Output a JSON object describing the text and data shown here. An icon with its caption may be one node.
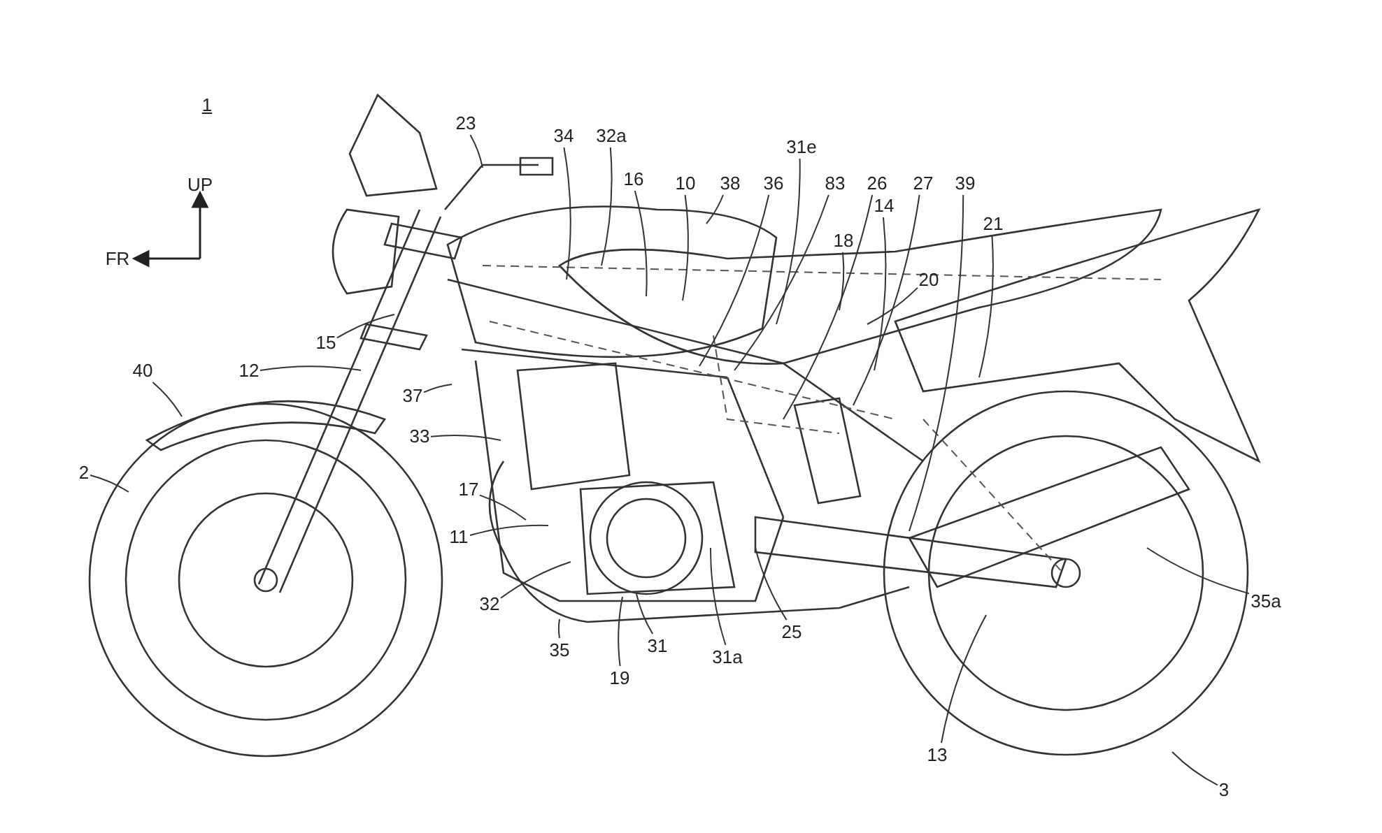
{
  "diagram": {
    "nodes": [
      {
        "text": [
          "23"
        ]
      },
      {
        "text": [
          "34"
        ]
      },
      {
        "text": [
          "32a"
        ]
      },
      {
        "text": [
          "31e"
        ]
      },
      {
        "text": [
          "16"
        ]
      },
      {
        "text": [
          "10"
        ]
      },
      {
        "text": [
          "38"
        ]
      },
      {
        "text": [
          "36"
        ]
      },
      {
        "text": [
          "83"
        ]
      },
      {
        "text": [
          "26"
        ]
      },
      {
        "text": [
          "27"
        ]
      },
      {
        "text": [
          "39"
        ]
      },
      {
        "text": [
          "14"
        ]
      },
      {
        "text": [
          "21"
        ]
      },
      {
        "text": [
          "18"
        ]
      },
      {
        "text": [
          "20"
        ]
      },
      {
        "text": [
          "15"
        ]
      },
      {
        "text": [
          "12"
        ]
      },
      {
        "text": [
          "40"
        ]
      },
      {
        "text": [
          "37"
        ]
      },
      {
        "text": [
          "33"
        ]
      },
      {
        "text": [
          "2"
        ]
      },
      {
        "text": [
          "17"
        ]
      },
      {
        "text": [
          "11"
        ]
      },
      {
        "text": [
          "32"
        ]
      },
      {
        "text": [
          "35a"
        ]
      },
      {
        "text": [
          "25"
        ]
      },
      {
        "text": [
          "31"
        ]
      },
      {
        "text": [
          "35"
        ]
      },
      {
        "text": [
          "31a"
        ]
      },
      {
        "text": [
          "19"
        ]
      },
      {
        "text": [
          "13"
        ]
      },
      {
        "text": [
          "3"
        ]
      }
    ],
    "edges": [
      {
        "from": 0,
        "to": null,
        "arrow": "none"
      },
      {
        "from": 1,
        "to": null,
        "arrow": "none"
      },
      {
        "from": 2,
        "to": null,
        "arrow": "none"
      },
      {
        "from": 3,
        "to": null,
        "arrow": "none"
      },
      {
        "from": 4,
        "to": null,
        "arrow": "none"
      },
      {
        "from": 5,
        "to": null,
        "arrow": "none"
      },
      {
        "from": 6,
        "to": null,
        "arrow": "none"
      },
      {
        "from": 7,
        "to": null,
        "arrow": "none"
      },
      {
        "from": 8,
        "to": null,
        "arrow": "none"
      },
      {
        "from": 9,
        "to": null,
        "arrow": "none"
      },
      {
        "from": 10,
        "to": null,
        "arrow": "none"
      },
      {
        "from": 11,
        "to": null,
        "arrow": "none"
      },
      {
        "from": 12,
        "to": null,
        "arrow": "none"
      },
      {
        "from": 13,
        "to": null,
        "arrow": "none"
      },
      {
        "from": 14,
        "to": null,
        "arrow": "none"
      },
      {
        "from": 15,
        "to": null,
        "arrow": "none"
      },
      {
        "from": 16,
        "to": null,
        "arrow": "none"
      },
      {
        "from": 17,
        "to": null,
        "arrow": "none"
      },
      {
        "from": 18,
        "to": null,
        "arrow": "none"
      },
      {
        "from": 19,
        "to": null,
        "arrow": "none"
      },
      {
        "from": 20,
        "to": null,
        "arrow": "none"
      },
      {
        "from": 21,
        "to": null,
        "arrow": "none"
      },
      {
        "from": 22,
        "to": null,
        "arrow": "none"
      },
      {
        "from": 23,
        "to": null,
        "arrow": "none"
      },
      {
        "from": 24,
        "to": null,
        "arrow": "none"
      },
      {
        "from": 25,
        "to": null,
        "arrow": "none"
      },
      {
        "from": 26,
        "to": null,
        "arrow": "none"
      },
      {
        "from": 27,
        "to": null,
        "arrow": "none"
      },
      {
        "from": 28,
        "to": null,
        "arrow": "none"
      },
      {
        "from": 29,
        "to": null,
        "arrow": "none"
      },
      {
        "from": 30,
        "to": null,
        "arrow": "none"
      },
      {
        "from": 31,
        "to": null,
        "arrow": "none"
      },
      {
        "from": 32,
        "to": null,
        "arrow": "none"
      }
    ],
    "labels": [
      "1",
      "UP",
      "FR"
    ]
  }
}
